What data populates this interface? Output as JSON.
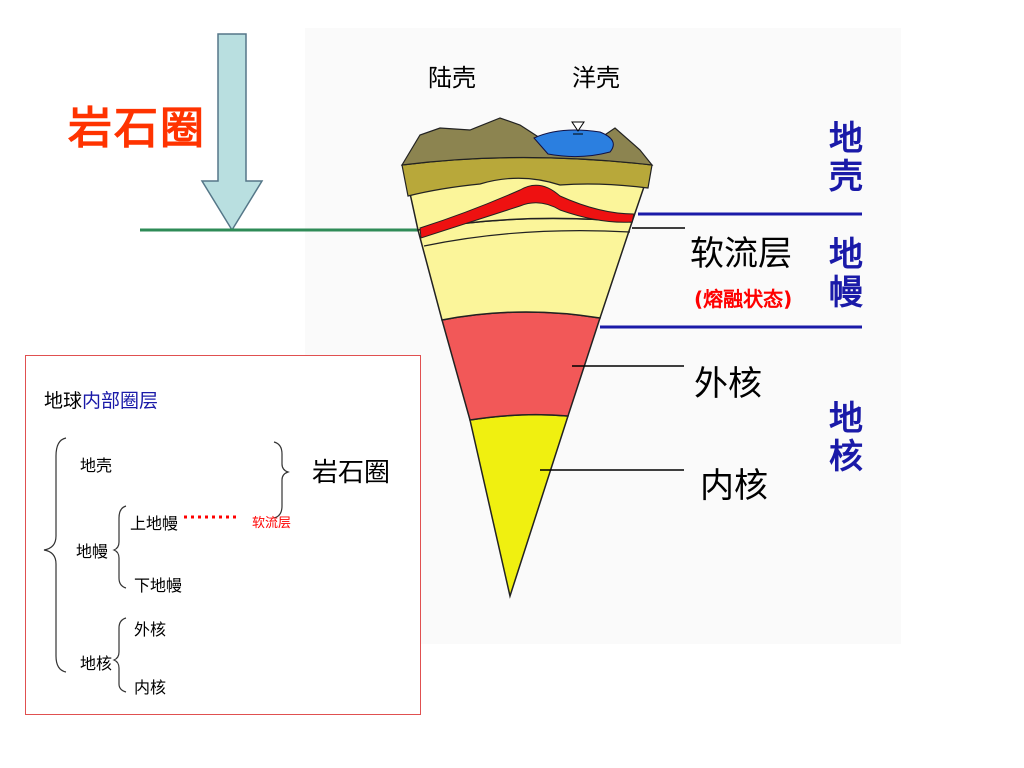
{
  "lithosphere_title": "岩石圈",
  "top_labels": {
    "continental_crust": "陆壳",
    "oceanic_crust": "洋壳"
  },
  "layer_labels": {
    "asthenosphere": "软流层",
    "molten_state": "(熔融状态)",
    "outer_core": "外核",
    "inner_core": "内核"
  },
  "vertical_labels": {
    "crust": [
      "地",
      "壳"
    ],
    "mantle": [
      "地",
      "幔"
    ],
    "core": [
      "地",
      "核"
    ]
  },
  "panel": {
    "title_a": "地球",
    "title_b": "内部圈层",
    "crust": "地壳",
    "mantle": "地幔",
    "upper_mantle": "上地幔",
    "asthenosphere": "软流层",
    "lower_mantle": "下地幔",
    "core": "地核",
    "outer_core": "外核",
    "inner_core": "内核",
    "lithosphere": "岩石圈"
  },
  "colors": {
    "title_red": "#ff3300",
    "blue_label": "#1a1aa8",
    "arrow_fill": "#b9dfe0",
    "outer_core": "#f25858",
    "inner_core": "#f0f010",
    "mantle": "#fbf59a",
    "magma": "#ee1111",
    "ocean": "#2b7fe0",
    "land": "#8c8450",
    "panel_border": "#e05050",
    "blue_line": "#1a1aa8",
    "green_line": "#2e8b57"
  }
}
